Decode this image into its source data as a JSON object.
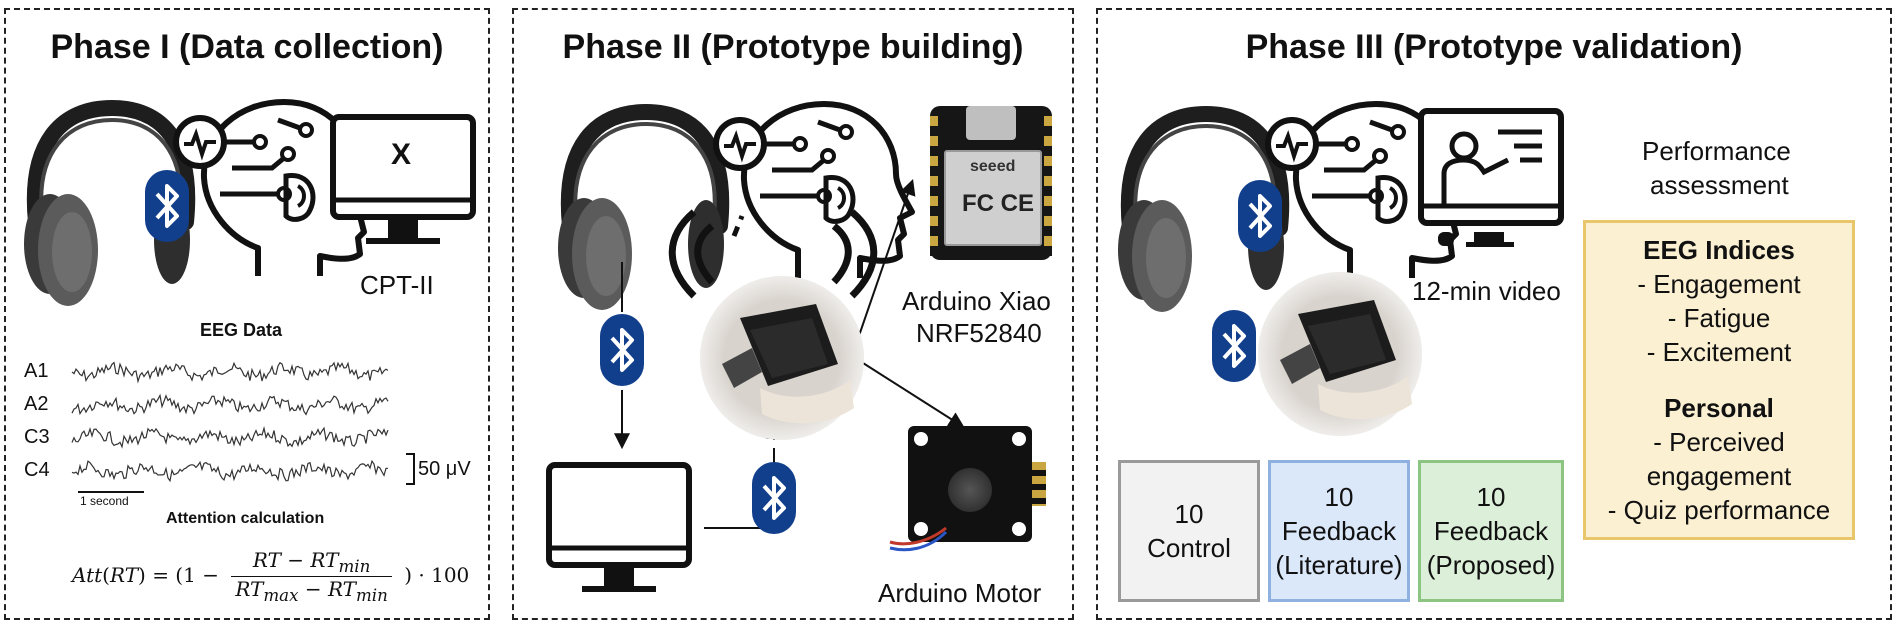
{
  "phase1": {
    "title": "Phase I (Data collection)",
    "monitor_symbol": "X",
    "cpt_label": "CPT-II",
    "eeg_title": "EEG Data",
    "channels": [
      "A1",
      "A2",
      "C3",
      "C4"
    ],
    "scale_label": "50 μV",
    "time_label": "1 second",
    "attention_title": "Attention calculation",
    "formula": "Att(RT) = (1 − (RT − RTmin) / (RTmax − RTmin)) · 100"
  },
  "phase2": {
    "title": "Phase II (Prototype building)",
    "xiao_label_1": "Arduino Xiao",
    "xiao_label_2": "NRF52840",
    "board_brand": "seeed",
    "motor_label": "Arduino Motor"
  },
  "phase3": {
    "title": "Phase III (Prototype validation)",
    "video_label": "12-min video",
    "perf_title_1": "Performance",
    "perf_title_2": "assessment",
    "eeg_heading": "EEG Indices",
    "eeg_items": [
      "- Engagement",
      "- Fatigue",
      "- Excitement"
    ],
    "personal_heading": "Personal",
    "personal_items": [
      "- Perceived",
      "engagement",
      "- Quiz performance"
    ],
    "groups": [
      {
        "count": "10",
        "name": "Control",
        "sub": "",
        "fill": "#f2f2f2",
        "border": "#9a9a9a"
      },
      {
        "count": "10",
        "name": "Feedback",
        "sub": "(Literature)",
        "fill": "#dbe8fa",
        "border": "#8fb1e0"
      },
      {
        "count": "10",
        "name": "Feedback",
        "sub": "(Proposed)",
        "fill": "#dcefd8",
        "border": "#8cc482"
      }
    ]
  },
  "colors": {
    "bluetooth": "#123f8c",
    "dashed_border": "#222222"
  }
}
